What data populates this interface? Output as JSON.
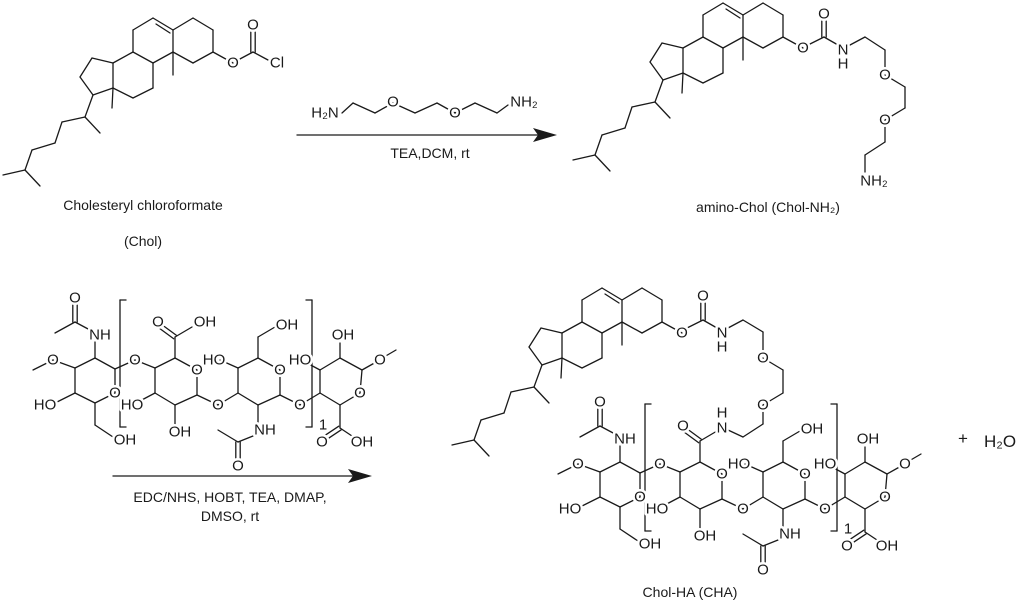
{
  "reactant1": {
    "name": "Cholesteryl chloroformate",
    "abbr": "(Chol)"
  },
  "reagent1": {
    "amine_left": "H₂N",
    "amine_right": "NH₂",
    "ether_o": "O",
    "conditions": "TEA,DCM, rt"
  },
  "product1": {
    "name": "amino-Chol (Chol-NH₂)"
  },
  "reagent2": {
    "conditions_line1": "EDC/NHS, HOBT, TEA, DMAP,",
    "conditions_line2": "DMSO, rt"
  },
  "product2": {
    "name": "Chol-HA (CHA)"
  },
  "repeat_unit": {
    "count": "1"
  },
  "byproduct": {
    "plus": "+",
    "name": "H₂O"
  },
  "atoms": {
    "O": "O",
    "Cl": "Cl",
    "OH": "OH",
    "HO": "HO",
    "NH": "NH",
    "N": "N",
    "H": "H",
    "NH2": "NH₂"
  }
}
